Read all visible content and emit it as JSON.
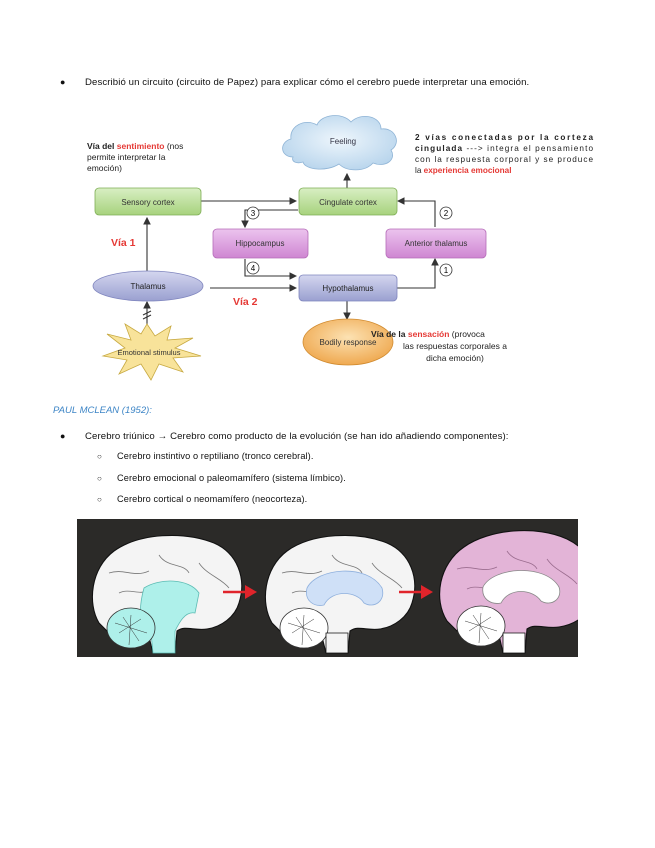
{
  "intro_bullet": "Describió un circuito (circuito de Papez) para explicar cómo el cerebro puede interpretar una emoción.",
  "diagram": {
    "nodes": {
      "feeling": "Feeling",
      "sensory_cortex": "Sensory cortex",
      "cingulate_cortex": "Cingulate cortex",
      "hippocampus": "Hippocampus",
      "anterior_thalamus": "Anterior thalamus",
      "thalamus": "Thalamus",
      "hypothalamus": "Hypothalamus",
      "emotional_stimulus": "Emotional stimulus",
      "bodily_response": "Bodily response"
    },
    "step_numbers": [
      "1",
      "2",
      "3",
      "4"
    ],
    "via1_label": "Vía 1",
    "via2_label": "Vía 2",
    "via_sentimiento": {
      "prefix": "Vía del ",
      "highlight": "sentimiento",
      "line1_rest": " (nos",
      "line2": "permite interpretar la",
      "line3": "emoción)"
    },
    "note_corteza": {
      "line1": "2 vías conectadas por la corteza",
      "line2_bold": "cingulada",
      "line2_rest": " ---> integra el pensamiento",
      "line3": "con la respuesta corporal y se produce",
      "line4_prefix": "la ",
      "line4_highlight": "experiencia emocional"
    },
    "via_sensacion": {
      "prefix": "Vía de la ",
      "highlight": "sensación",
      "line1_rest": " (provoca",
      "line2": "las respuestas corporales a",
      "line3": "dicha emoción)"
    }
  },
  "section_title": "PAUL MCLEAN (1952):",
  "triune_bullet": "Cerebro triúnico → Cerebro como producto de la evolución (se han ido añadiendo componentes):",
  "sub_items": [
    "Cerebro instintivo o reptiliano (tronco cerebral).",
    "Cerebro emocional o paleomamífero (sistema límbico).",
    "Cerebro cortical o neomamífero (neocorteza)."
  ],
  "colors": {
    "accent_red": "#e53935",
    "section_blue": "#3d85c6",
    "sensory_green": "#b5d98f",
    "cingulate_green": "#c6e3ac",
    "limbic_pink": "#d58ed8",
    "thalamus_purple": "#a8acd6",
    "response_orange": "#f2b35c",
    "feeling_cloud": "#c9dff1",
    "stimulus_star": "#f8e39a",
    "brainstem_cyan": "#aef0ea",
    "limbic_blue": "#cfe0f7",
    "cortex_pink": "#e3b4d7"
  }
}
